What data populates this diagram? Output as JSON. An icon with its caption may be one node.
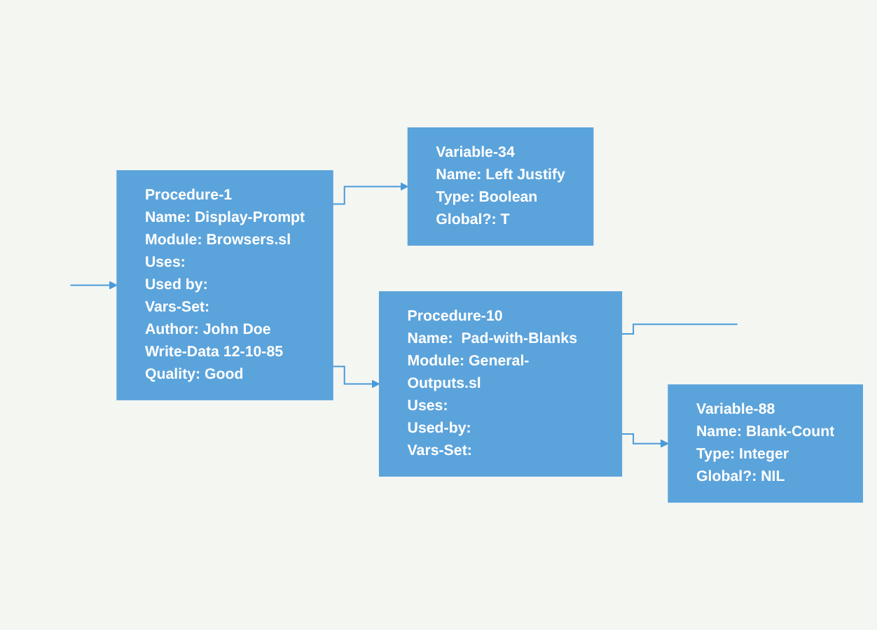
{
  "diagram": {
    "nodes": [
      {
        "text": [
          "Procedure-1",
          "Name:  Display-Prompt",
          "Module:  Browsers.sl",
          "Uses:",
          "Used by:",
          "Vars-Set:",
          "Author:  John Doe",
          "Write-Data  12-10-85",
          "Quality:  Good"
        ]
      },
      {
        "text": [
          "Variable-34",
          "Name:  Left Justify",
          "Type:  Boolean",
          "Global?:  T"
        ]
      },
      {
        "text": [
          "Procedure-10",
          "Name:  Pad-with-Blanks",
          "Module: General-Outputs.sl",
          "Uses:",
          "Used-by:",
          "Vars-Set:"
        ]
      },
      {
        "text": [
          "Variable-88",
          "Name:  Blank-Count",
          "Type:  Integer",
          "Global?:  NIL"
        ]
      }
    ],
    "edges": [
      {
        "from": null,
        "to": 0,
        "arrow": "to"
      },
      {
        "from": 0,
        "to": 2,
        "arrow": "to"
      },
      {
        "from": 0,
        "to": 1,
        "arrow": "to"
      },
      {
        "from": 2,
        "to": null,
        "arrow": "none"
      },
      {
        "from": 2,
        "to": 3,
        "arrow": "to"
      }
    ]
  }
}
